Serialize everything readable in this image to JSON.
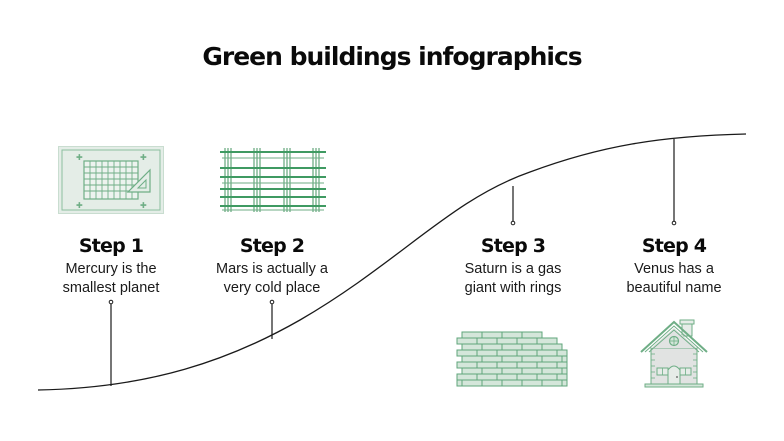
{
  "title": "Green buildings infographics",
  "colors": {
    "accent_green": "#3f9a62",
    "light_green_fill": "#d4e6da",
    "icon_outline": "#6fae86",
    "line": "#1a1a1a"
  },
  "steps": [
    {
      "label": "Step 1",
      "description_line1": "Mercury is the",
      "description_line2": "smallest planet",
      "icon": "blueprint-icon"
    },
    {
      "label": "Step 2",
      "description_line1": "Mars is actually a",
      "description_line2": "very cold place",
      "icon": "scaffold-grid-icon"
    },
    {
      "label": "Step 3",
      "description_line1": "Saturn is a gas",
      "description_line2": "giant with rings",
      "icon": "brick-wall-icon"
    },
    {
      "label": "Step 4",
      "description_line1": "Venus has a",
      "description_line2": "beautiful name",
      "icon": "house-icon"
    }
  ]
}
